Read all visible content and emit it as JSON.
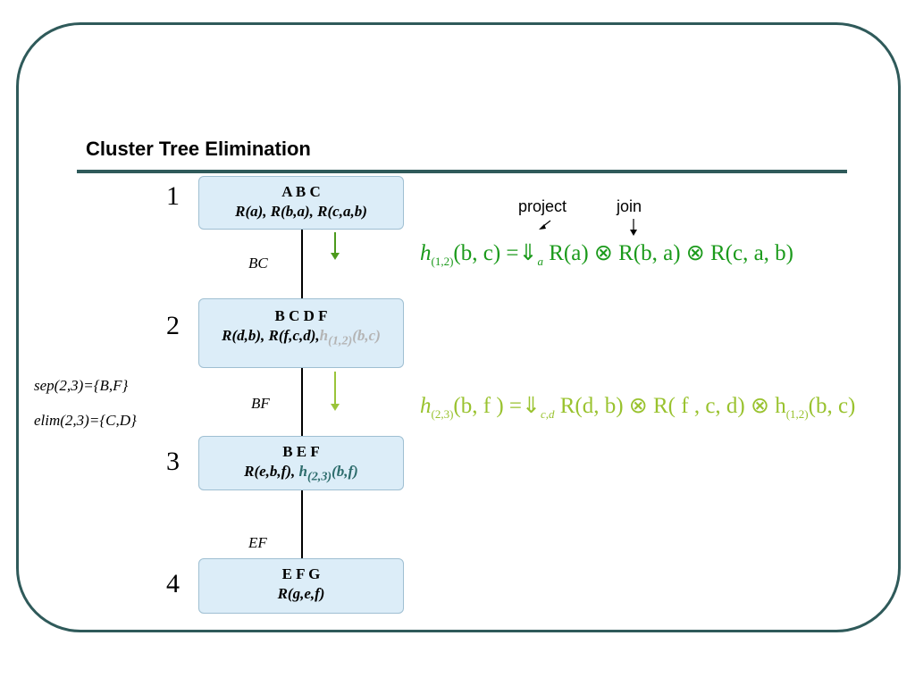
{
  "title": "Cluster Tree Elimination",
  "clusters": [
    {
      "number": "1",
      "vars": "A B C",
      "fns": "R(a), R(b,a), R(c,a,b)"
    },
    {
      "number": "2",
      "vars": "B C D F",
      "fns": "R(d,b), R(f,c,d),",
      "msg_base": "h",
      "msg_sub": "(1,2)",
      "msg_args": "(b,c)"
    },
    {
      "number": "3",
      "vars": "B E F",
      "fns": "R(e,b,f),",
      "msg_base": "h",
      "msg_sub": "(2,3)",
      "msg_args": "(b,f)"
    },
    {
      "number": "4",
      "vars": "E F G",
      "fns": "R(g,e,f)"
    }
  ],
  "separators": [
    "BC",
    "BF",
    "EF"
  ],
  "side_notes": {
    "sep": "sep(2,3)={B,F}",
    "elim": "elim(2,3)={C,D}"
  },
  "annotations": {
    "project": "project",
    "join": "join"
  },
  "formulas": {
    "f1": {
      "h": "h",
      "sub": "(1,2)",
      "args": "(b, c) =",
      "proj": "⇓",
      "proj_sub": "a",
      "rest": " R(a) ⊗ R(b, a) ⊗ R(c, a, b)"
    },
    "f2": {
      "h": "h",
      "sub": "(2,3)",
      "args": "(b, f ) =",
      "proj": "⇓",
      "proj_sub": "c,d",
      "rest": " R(d, b) ⊗ R( f , c, d) ⊗ h",
      "tail_sub": "(1,2)",
      "tail_args": "(b, c)"
    }
  },
  "colors": {
    "frame": "#2f5a5a",
    "cluster_fill": "#dcedf8",
    "green": "#1b9a1b",
    "lime": "#99c22e",
    "grey_msg": "#b4b4b4",
    "teal_msg": "#2d6c6c"
  }
}
